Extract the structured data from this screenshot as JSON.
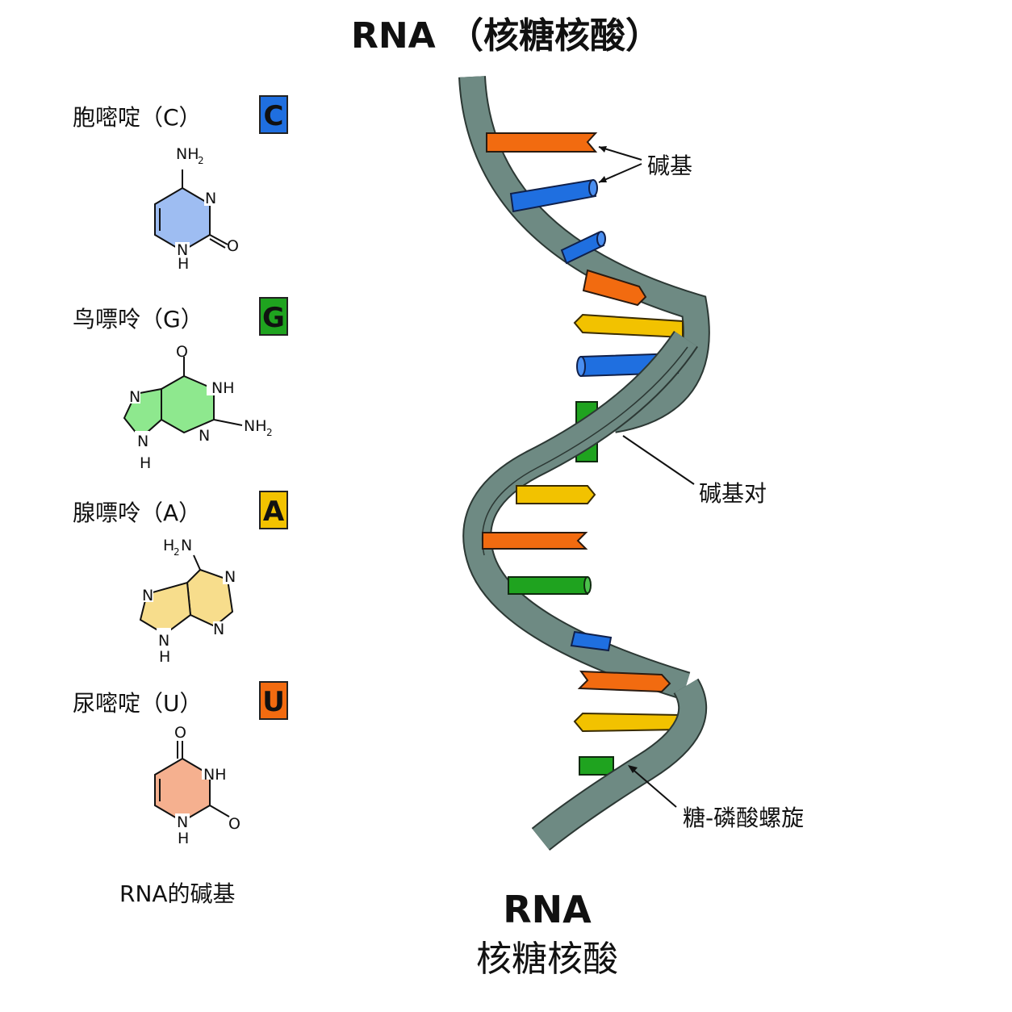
{
  "title": "RNA （核糖核酸）",
  "bases": [
    {
      "name": "胞嘧啶（C）",
      "letter": "C",
      "color": "#1f6fe0"
    },
    {
      "name": "鸟嘌呤（G）",
      "letter": "G",
      "color": "#1fa31f"
    },
    {
      "name": "腺嘌呤（A）",
      "letter": "A",
      "color": "#f2c200"
    },
    {
      "name": "尿嘧啶（U）",
      "letter": "U",
      "color": "#f26b10"
    }
  ],
  "molecules": {
    "cytosine": {
      "nh2": "NH",
      "sub2": "2",
      "n1": "N",
      "nh_n": "N",
      "nh_h": "H",
      "o": "O",
      "fill": "#9ebdf2"
    },
    "guanine": {
      "o": "O",
      "nh": "NH",
      "nh2": "NH",
      "sub2": "2",
      "n_left": "N",
      "n_bottom": "N",
      "nh_n": "N",
      "nh_h": "H",
      "fill": "#8ee88e"
    },
    "adenine": {
      "h2n_h": "H",
      "sub2": "2",
      "h2n_n": "N",
      "n_top": "N",
      "n_right": "N",
      "n_left": "N",
      "nh_n": "N",
      "nh_h": "H",
      "fill": "#f7dd8c"
    },
    "uracil": {
      "o_top": "O",
      "nh": "NH",
      "nh_n": "N",
      "nh_h": "H",
      "o_right": "O",
      "fill": "#f5b08f"
    }
  },
  "left_caption": "RNA的碱基",
  "labels": {
    "bases": "碱基",
    "base_pair": "碱基对",
    "backbone": "糖-磷酸螺旋"
  },
  "bottom_title": "RNA",
  "bottom_subtitle": "核糖核酸",
  "colors": {
    "backbone": "#6e8a83",
    "backbone_edge": "#2c3834",
    "cytosine": "#1f6fe0",
    "guanine": "#1fa31f",
    "adenine": "#f2c200",
    "uracil": "#f26b10"
  }
}
